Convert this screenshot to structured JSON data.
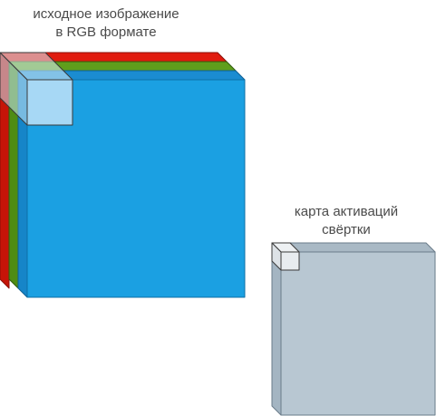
{
  "input_caption": {
    "line1": "исходное изображение",
    "line2": "в RGB формате"
  },
  "output_caption": {
    "line1": "карта активаций",
    "line2": "свёртки"
  },
  "colors": {
    "red_channel": "#e01b0e",
    "green_channel": "#5f9e1c",
    "blue_channel": "#1ba0e2",
    "kernel": "#a7d8f5",
    "activation_map": "#b8c7d2",
    "activation_kernel": "#e8ecef"
  }
}
